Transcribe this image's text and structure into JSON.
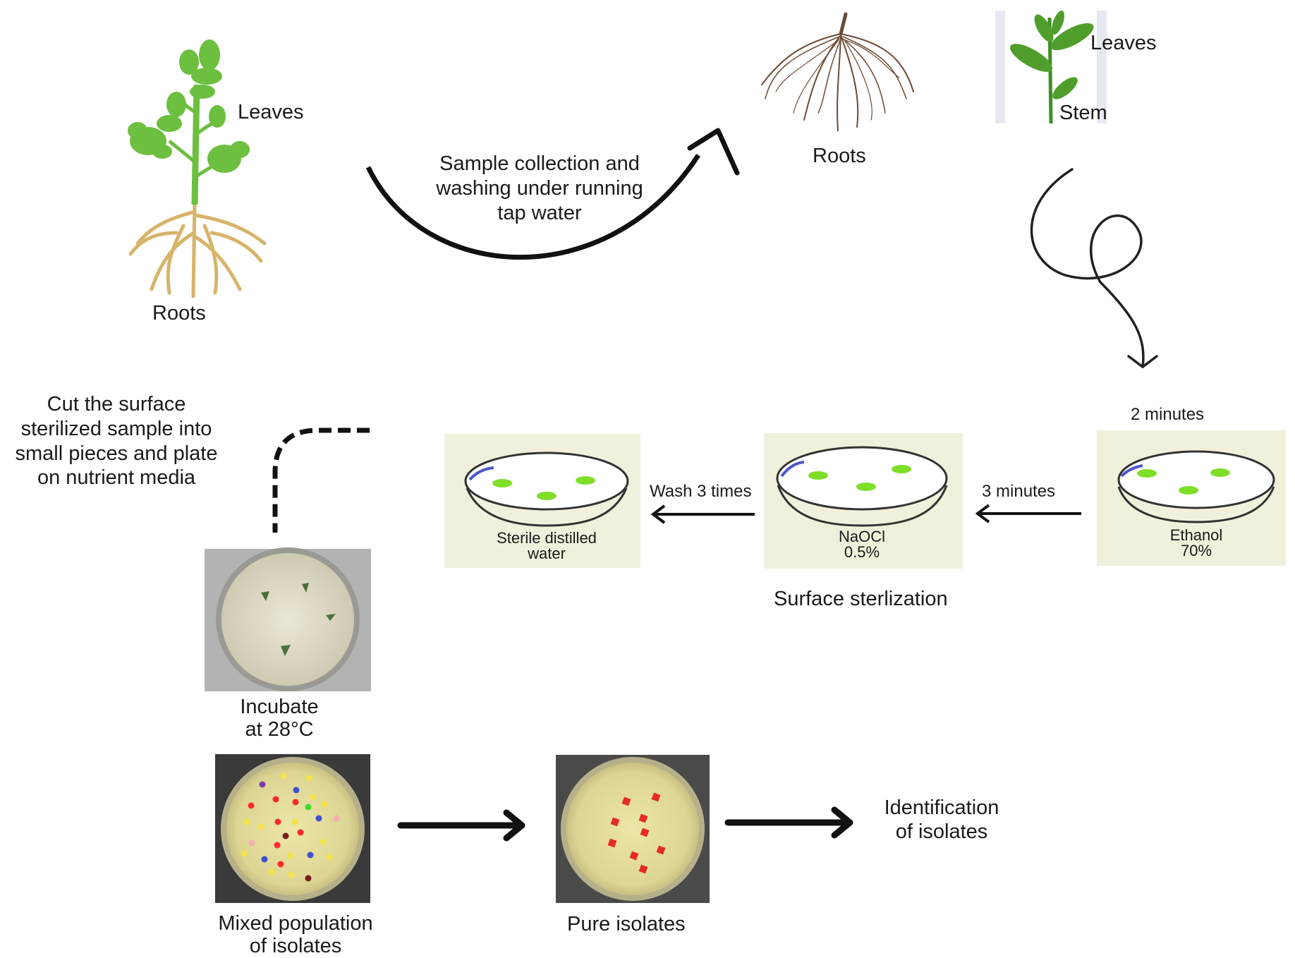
{
  "plant": {
    "leaves_label": "Leaves",
    "roots_label": "Roots"
  },
  "collection": {
    "line1": "Sample collection and",
    "line2": "washing under running",
    "line3": "tap water"
  },
  "samples": {
    "roots_label": "Roots",
    "leaves_label": "Leaves",
    "stem_label": "Stem"
  },
  "sterilization": {
    "title": "Surface sterlization",
    "ethanol": {
      "time": "2 minutes",
      "line1": "Ethanol",
      "line2": "70%"
    },
    "naocl": {
      "time": "3 minutes",
      "line1": "NaOCl",
      "line2": "0.5%"
    },
    "water": {
      "time": "Wash 3 times",
      "line1": "Sterile distilled",
      "line2": "water"
    }
  },
  "plating": {
    "line1": "Cut the surface",
    "line2": "sterilized sample into",
    "line3": "small pieces and plate",
    "line4": "on nutrient media"
  },
  "incubate": {
    "line1": "Incubate",
    "line2": "at 28°C"
  },
  "mixed": {
    "line1": "Mixed population",
    "line2": "of isolates"
  },
  "pure": {
    "label": "Pure isolates"
  },
  "identification": {
    "line1": "Identification",
    "line2": "of isolates"
  },
  "colors": {
    "leaf_green": "#6cbf3f",
    "root_tan": "#d7b46a",
    "plate_agar": "#e6e0a0",
    "dish_tint": "#f1f0dc",
    "sample_green": "#7ede2a",
    "arrow": "#111111"
  }
}
